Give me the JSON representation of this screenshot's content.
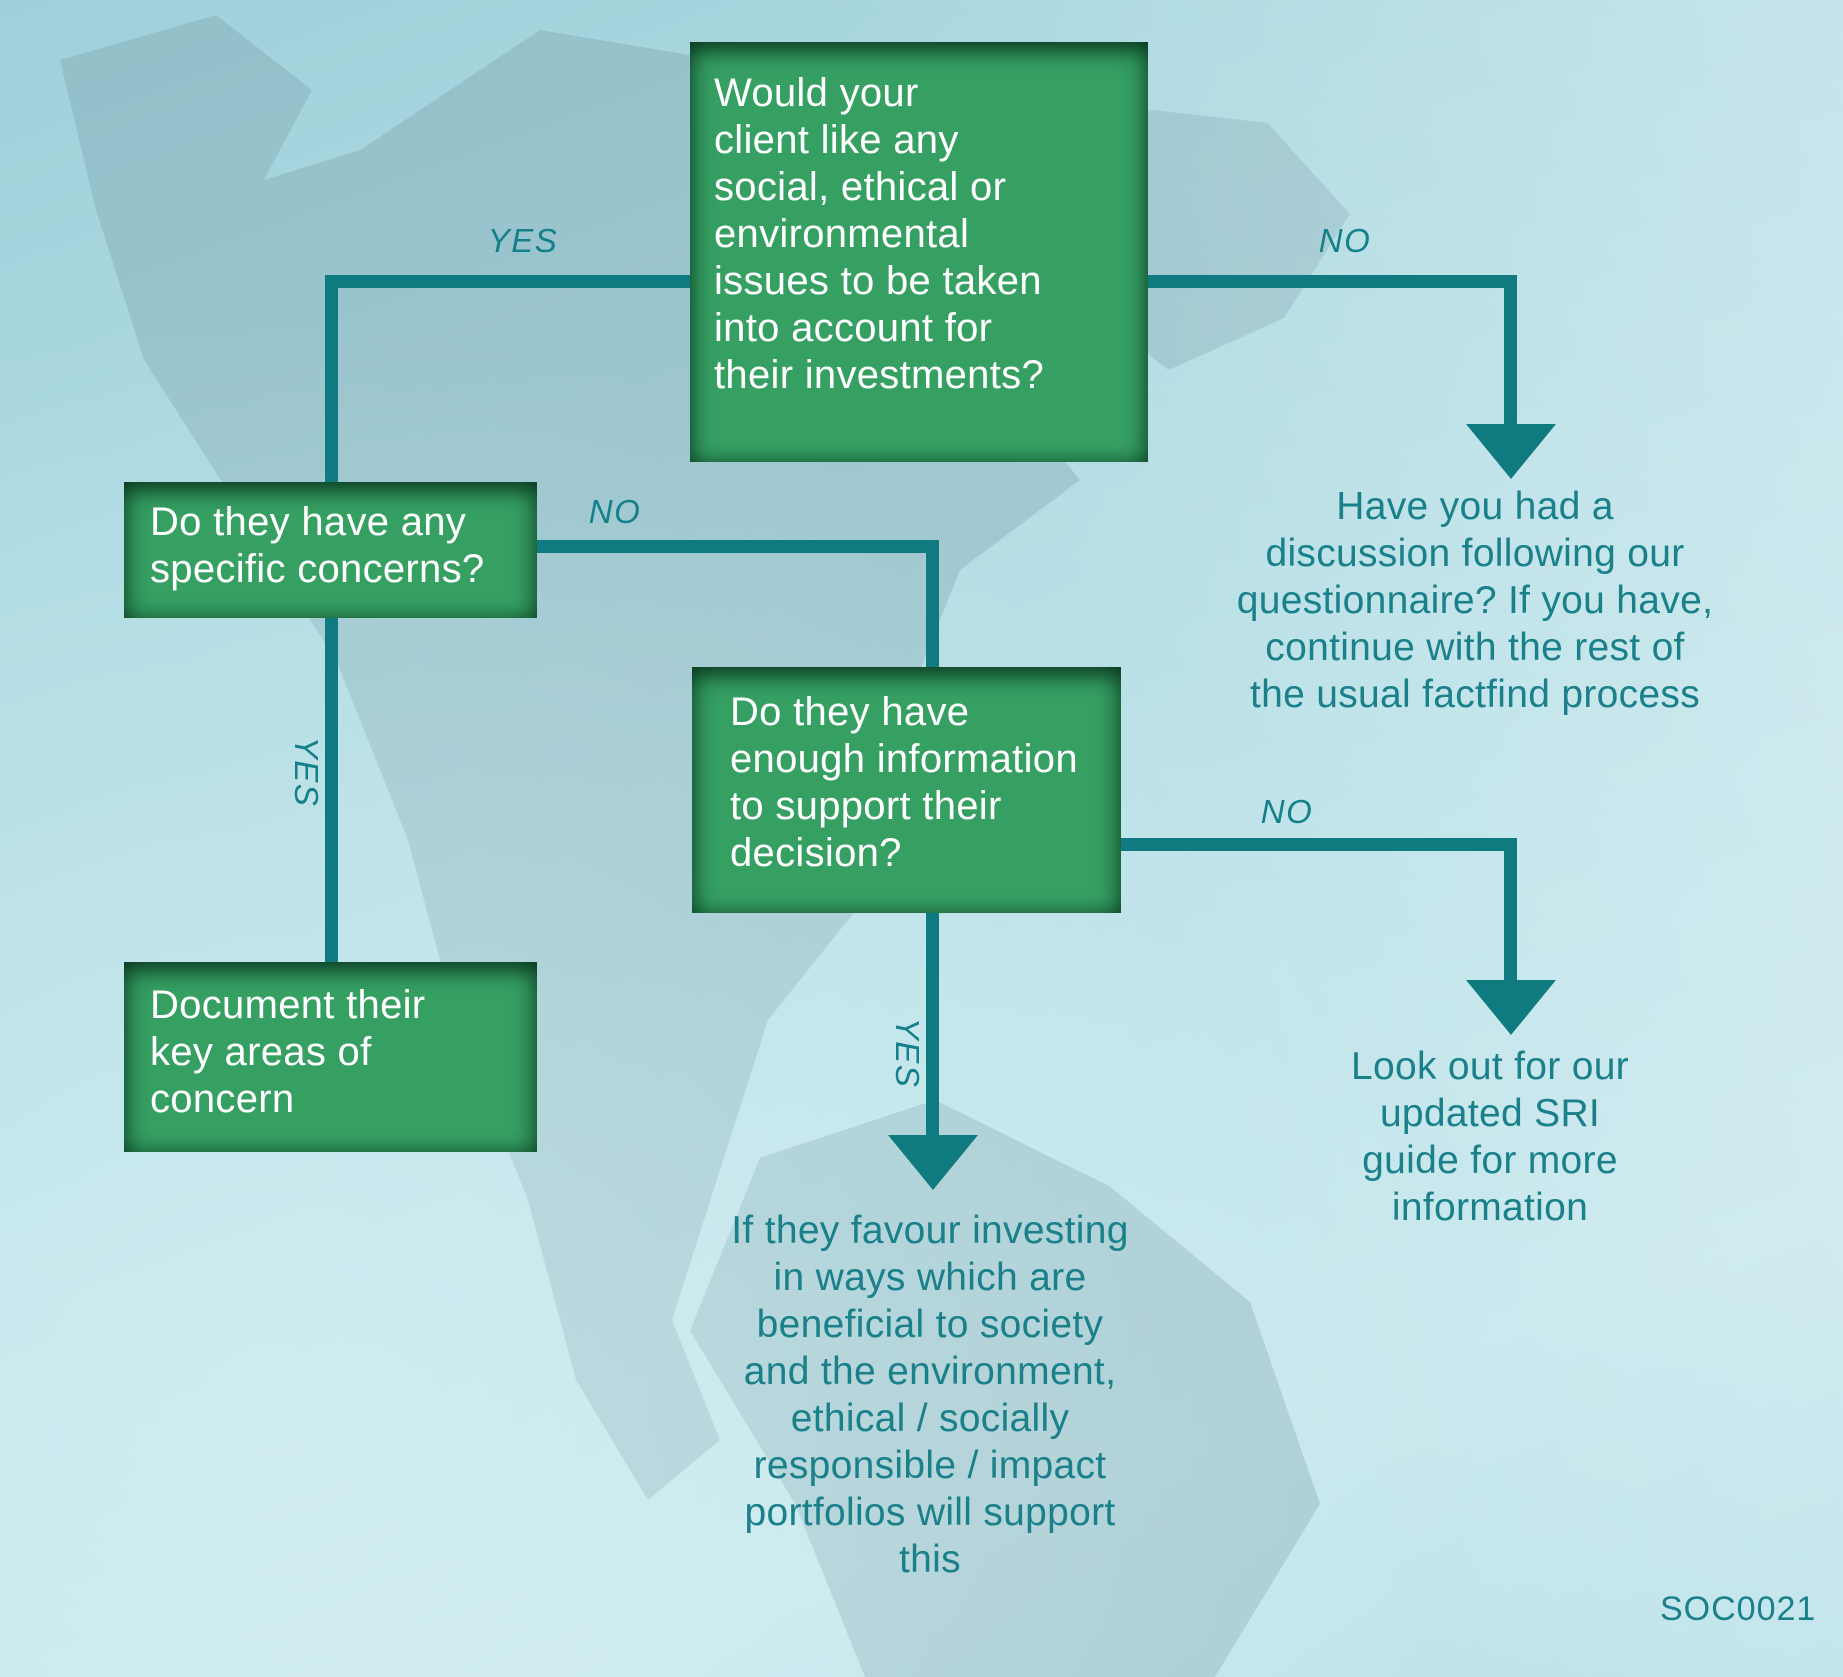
{
  "colors": {
    "box_green": "#36a063",
    "connector_teal": "#0f7b80",
    "text_teal": "#1a8089",
    "box_text": "#ffffff"
  },
  "flowchart": {
    "q1": {
      "lines": [
        "Would your",
        "client like any",
        "social, ethical or",
        "environmental",
        "issues to be taken",
        "into account for",
        "their investments?"
      ]
    },
    "q2": {
      "lines": [
        "Do they have any",
        "specific concerns?"
      ]
    },
    "q3": {
      "lines": [
        "Do they have",
        "enough information",
        "to support their",
        "decision?"
      ]
    },
    "d1": {
      "lines": [
        "Document their",
        "key areas of",
        "concern"
      ]
    },
    "r1": {
      "lines": [
        "Have you had a",
        "discussion following our",
        "questionnaire? If you have,",
        "continue with the rest of",
        "the usual factfind process"
      ]
    },
    "r2": {
      "lines": [
        "Look out for our",
        "updated SRI",
        "guide for more",
        "information"
      ]
    },
    "r3": {
      "lines": [
        "If they favour investing",
        "in ways which are",
        "beneficial to society",
        "and the environment,",
        "ethical / socially",
        "responsible / impact",
        "portfolios will support",
        "this"
      ]
    },
    "labels": {
      "yes_top": "YES",
      "no_top": "NO",
      "no_mid": "NO",
      "yes_left": "YES",
      "no_right": "NO",
      "yes_center": "YES"
    }
  },
  "footer": {
    "code": "SOC0021"
  }
}
